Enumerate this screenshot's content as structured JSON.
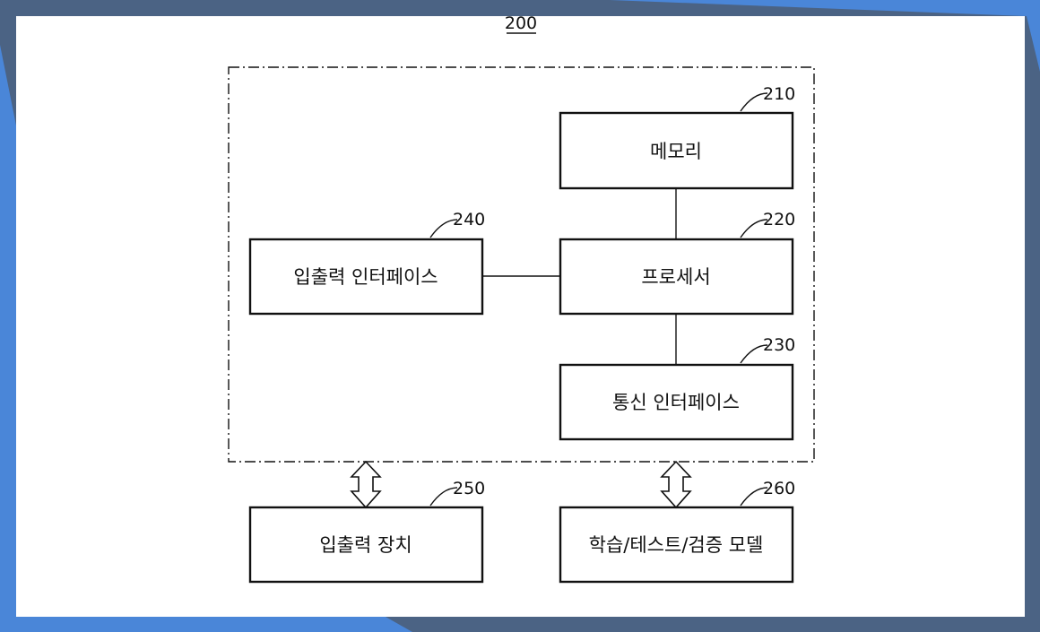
{
  "figure": {
    "number": "200",
    "boundary": "dash-dot",
    "colors": {
      "background": "#4b6384",
      "accent": "#4a86d8",
      "paper": "#ffffff",
      "ink": "#111111"
    }
  },
  "blocks": {
    "memory": {
      "label": "메모리",
      "ref": "210"
    },
    "processor": {
      "label": "프로세서",
      "ref": "220"
    },
    "comm_interface": {
      "label": "통신 인터페이스",
      "ref": "230"
    },
    "io_interface": {
      "label": "입출력 인터페이스",
      "ref": "240"
    },
    "io_device": {
      "label": "입출력 장치",
      "ref": "250"
    },
    "model": {
      "label": "학습/테스트/검증 모델",
      "ref": "260"
    }
  }
}
